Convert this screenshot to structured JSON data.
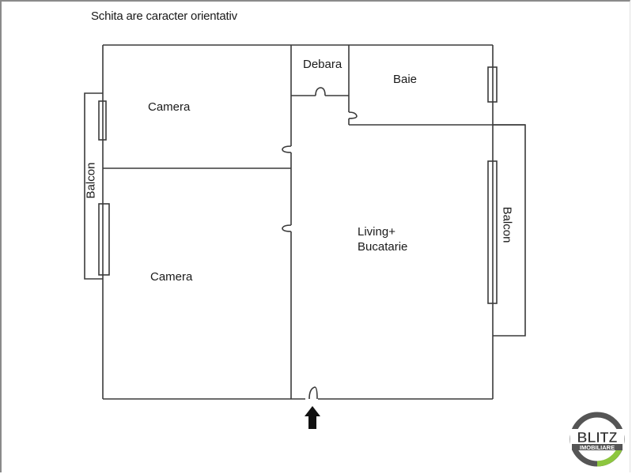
{
  "header": {
    "title": "Schita are caracter orientativ"
  },
  "rooms": [
    {
      "id": "camera-top",
      "label": "Camera"
    },
    {
      "id": "camera-bottom",
      "label": "Camera"
    },
    {
      "id": "debara",
      "label": "Debara"
    },
    {
      "id": "baie",
      "label": "Baie"
    },
    {
      "id": "living",
      "label_line1": "Living+",
      "label_line2": "Bucatarie"
    },
    {
      "id": "balcon-left",
      "label": "Balcon"
    },
    {
      "id": "balcon-right",
      "label": "Balcon"
    }
  ],
  "entrance": {
    "icon": "arrow-up-icon"
  },
  "logo": {
    "brand": "BLITZ",
    "subtitle": "IMOBILIARE",
    "ring_color": "#555555",
    "accent_color": "#8dc63f"
  },
  "colors": {
    "wall": "#3a3a3a",
    "text": "#1a1a1a"
  }
}
